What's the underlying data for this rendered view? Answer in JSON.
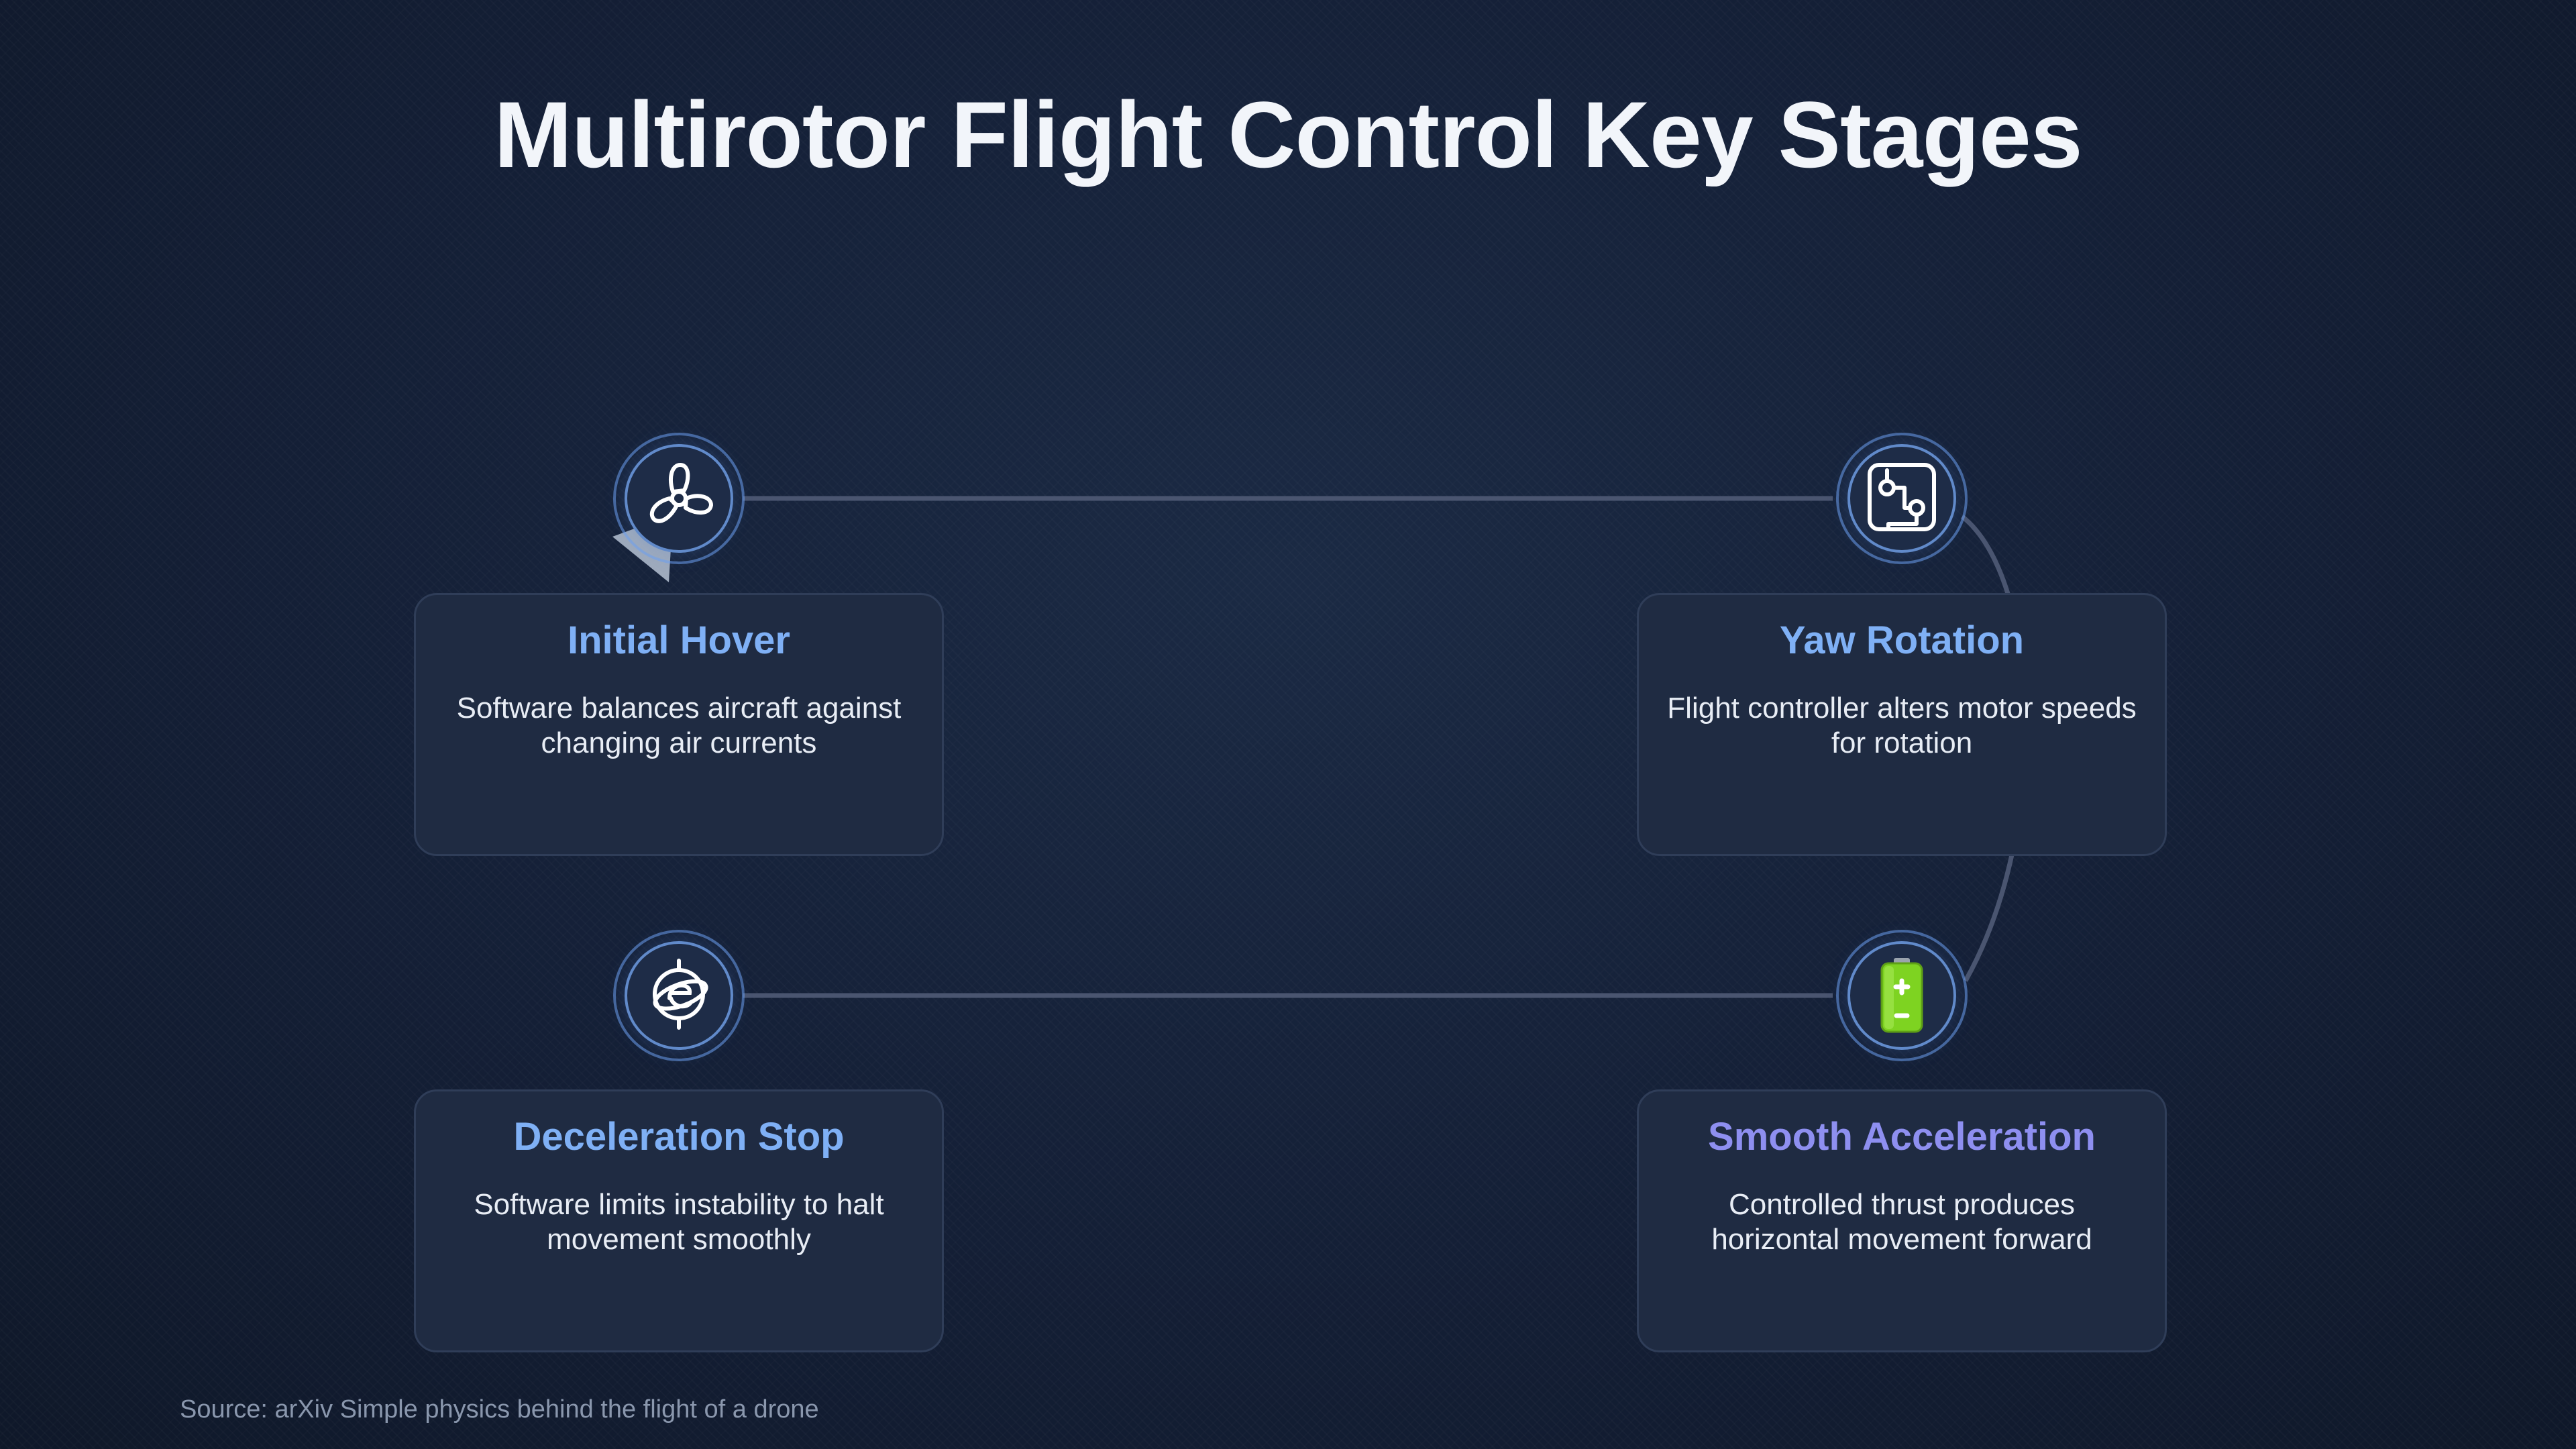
{
  "title": "Multirotor Flight Control Key Stages",
  "stages": [
    {
      "icon": "propeller-icon",
      "title": "Initial Hover",
      "description": "Software balances aircraft against changing air currents"
    },
    {
      "icon": "circuit-board-icon",
      "title": "Yaw Rotation",
      "description": "Flight controller alters motor speeds for rotation"
    },
    {
      "icon": "battery-icon",
      "title": "Smooth Acceleration",
      "description": "Controlled thrust produces horizontal movement forward"
    },
    {
      "icon": "gyroscope-icon",
      "title": "Deceleration Stop",
      "description": "Software limits instability to halt movement smoothly"
    }
  ],
  "source": "Source: arXiv Simple physics behind the flight of a drone",
  "colors": {
    "accent_blue": "#7fb0f5",
    "accent_violet": "#8e8ff0",
    "battery_green": "#7ed321"
  }
}
